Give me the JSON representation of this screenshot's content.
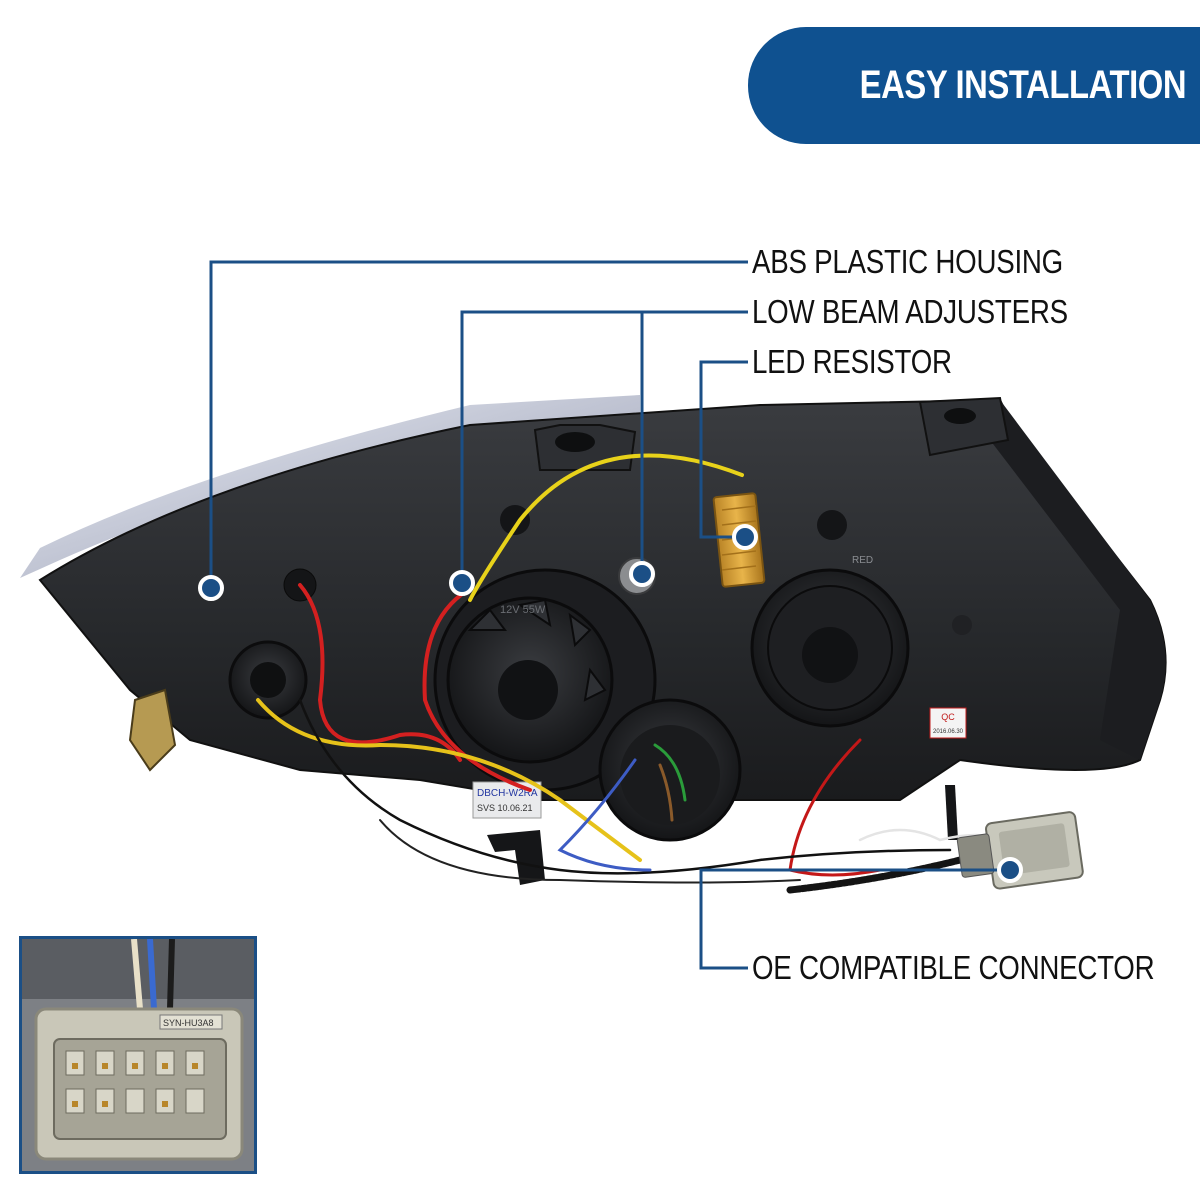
{
  "banner": {
    "title": "EASY INSTALLATION"
  },
  "callouts": [
    {
      "id": "housing",
      "label": "ABS PLASTIC HOUSING"
    },
    {
      "id": "adjusters",
      "label": "LOW BEAM ADJUSTERS"
    },
    {
      "id": "resistor",
      "label": "LED RESISTOR"
    },
    {
      "id": "connector",
      "label": "OE COMPATIBLE CONNECTOR"
    }
  ],
  "product_markings": {
    "qc_label": "QC",
    "qc_date": "2016.06.30",
    "sticker_line1": "DBCH-W2RA",
    "sticker_line2": "SVS 10.06.21",
    "bulb_marking": "12V 55W",
    "housing_marking": "RED",
    "connector_label": "SYN-HU3A8"
  },
  "colors": {
    "accent_blue": "#0f5190",
    "line_blue": "#1b4f86",
    "marker_ring": "#ffffff",
    "housing_dark": "#2b2d30",
    "wire_red": "#d42020",
    "wire_yellow": "#e8d21a",
    "resistor_gold": "#d4a035"
  }
}
